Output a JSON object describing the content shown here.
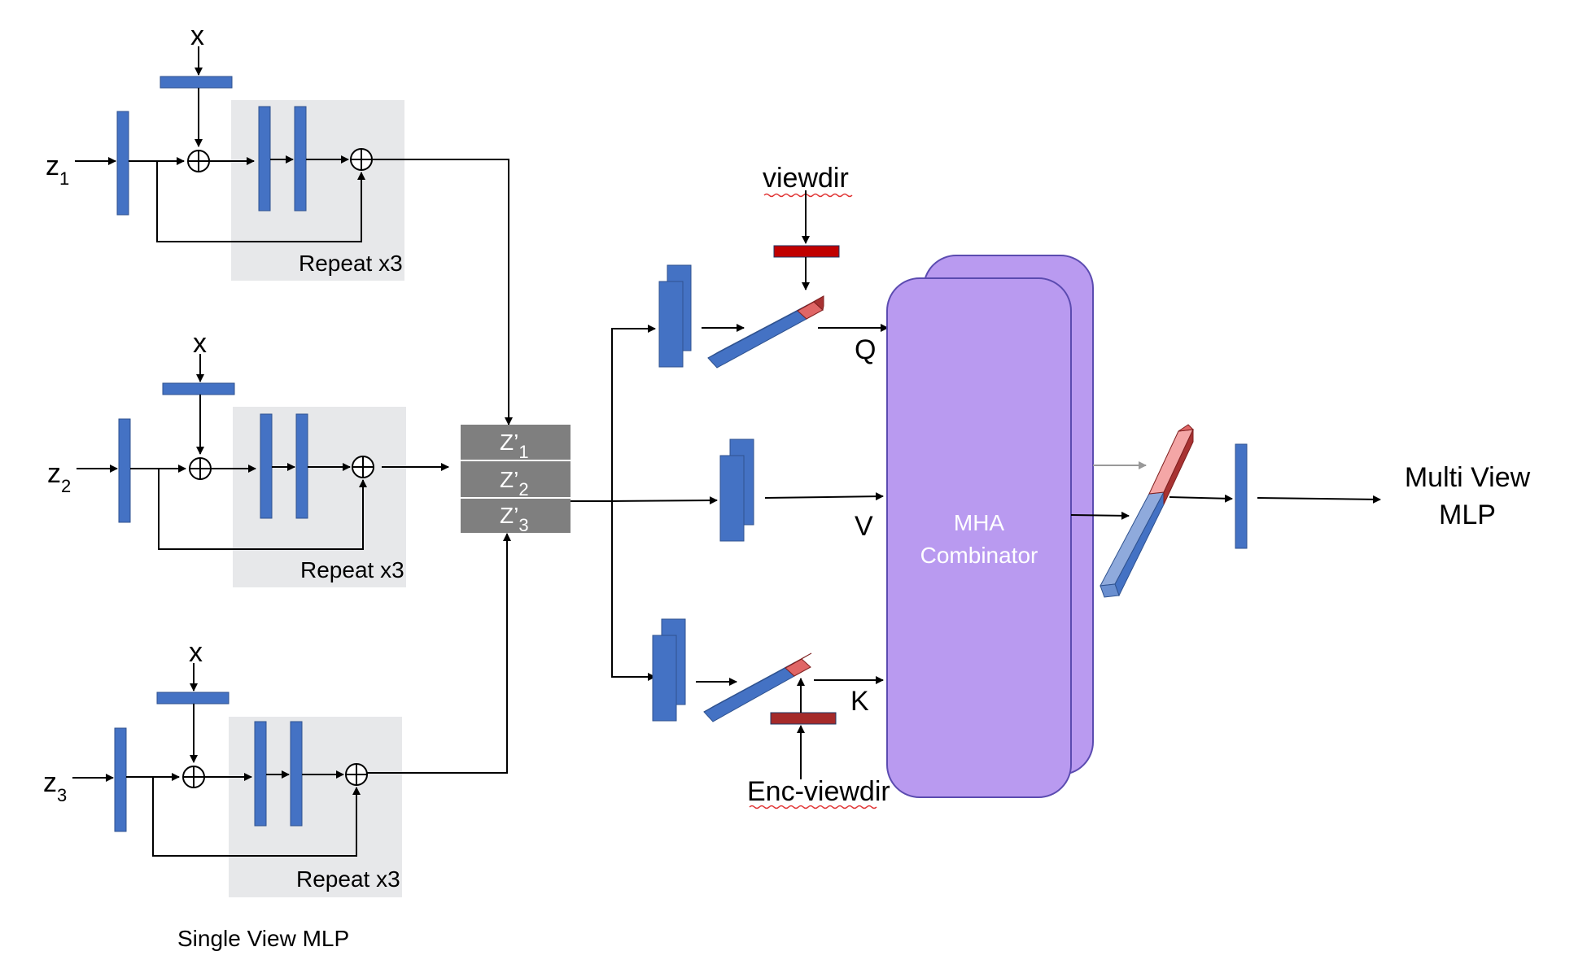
{
  "inputs": [
    {
      "z": "z",
      "sub": "1",
      "x": "x",
      "repeat": "Repeat x3"
    },
    {
      "z": "z",
      "sub": "2",
      "x": "x",
      "repeat": "Repeat x3"
    },
    {
      "z": "z",
      "sub": "3",
      "x": "x",
      "repeat": "Repeat x3"
    }
  ],
  "stack": [
    {
      "base": "Z’",
      "sub": "1"
    },
    {
      "base": "Z’",
      "sub": "2"
    },
    {
      "base": "Z’",
      "sub": "3"
    }
  ],
  "viewdir": "viewdir",
  "enc_viewdir": "Enc-viewdir",
  "q": "Q",
  "v": "V",
  "k": "K",
  "mha": {
    "line1": "MHA",
    "line2": "Combinator"
  },
  "multi_view": {
    "line1": "Multi View",
    "line2": "MLP"
  },
  "single_view": "Single View MLP",
  "colors": {
    "block_blue": "#4472C4",
    "gray_panel": "#E7E8EA",
    "stack_gray": "#7F7F7F",
    "viewdir_red": "#C00000",
    "enc_red": "#A52A2A",
    "mha_purple": "#B99AF0",
    "mha_border": "#5B4BB0"
  }
}
